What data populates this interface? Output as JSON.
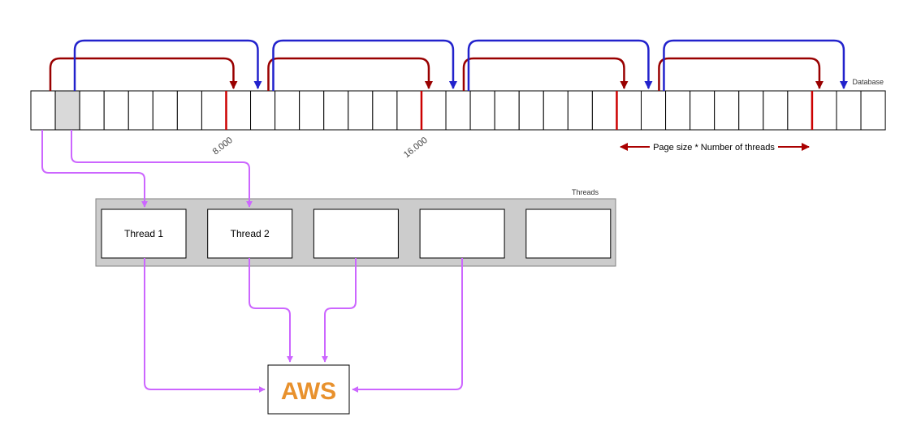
{
  "database": {
    "label": "Database",
    "cell_count": 35,
    "highlighted_cell_index": 1,
    "cells_per_page": 8,
    "page_boundaries": [
      8,
      16,
      24,
      32
    ],
    "boundary_labels": [
      {
        "text": "8.000"
      },
      {
        "text": "16.000"
      }
    ]
  },
  "annotations": {
    "page_span_label": "Page size * Number of threads"
  },
  "threads": {
    "label": "Threads",
    "items": [
      {
        "label": "Thread 1"
      },
      {
        "label": "Thread 2"
      },
      {
        "label": ""
      },
      {
        "label": ""
      },
      {
        "label": ""
      }
    ]
  },
  "aws": {
    "label": "AWS"
  },
  "colors": {
    "red_arc": "#990000",
    "blue_arc": "#2222cc",
    "page_divider": "#cc0000",
    "span_arrow": "#aa0000",
    "flow_arrow": "#cc66ff",
    "container_fill": "#cccccc",
    "container_border": "#808080",
    "highlight_cell": "#d9d9d9",
    "cell_border": "#000000",
    "aws_text": "#e8912d"
  }
}
